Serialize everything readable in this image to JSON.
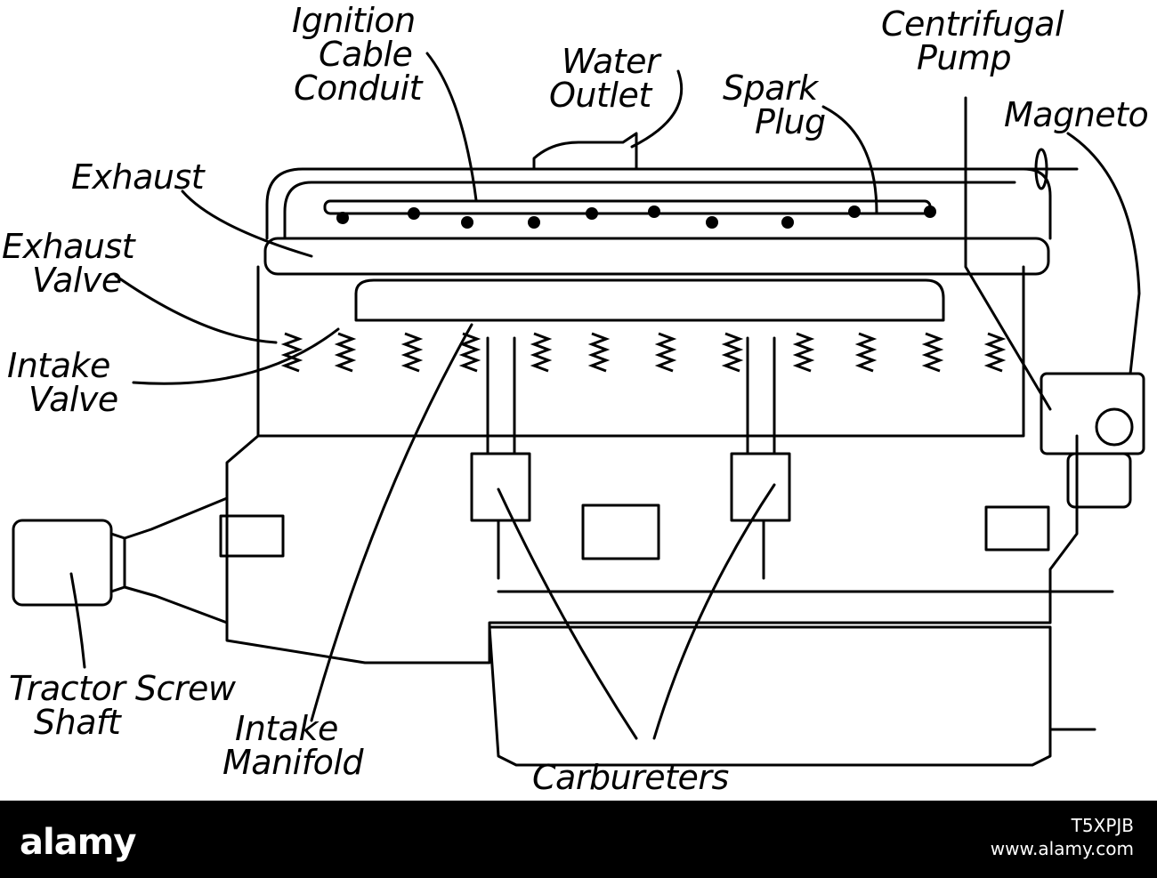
{
  "labels": {
    "ignition_cable_conduit": [
      "Ignition",
      "Cable",
      "Conduit"
    ],
    "water_outlet": [
      "Water",
      "Outlet"
    ],
    "centrifugal_pump": [
      "Centrifugal",
      "Pump"
    ],
    "spark_plug": [
      "Spark",
      "Plug"
    ],
    "magneto": "Magneto",
    "exhaust": "Exhaust",
    "exhaust_valve": [
      "Exhaust",
      "Valve"
    ],
    "intake_valve": [
      "Intake",
      "Valve"
    ],
    "tractor_screw_shaft": [
      "Tractor Screw",
      "Shaft"
    ],
    "intake_manifold": [
      "Intake",
      "Manifold"
    ],
    "carbureters": "Carbureters"
  },
  "footer": {
    "brand": "alamy",
    "image_id": "T5XPJB",
    "url": "www.alamy.com"
  },
  "colors": {
    "ink": "#000000",
    "paper": "#ffffff",
    "footer_bg": "#000000"
  }
}
